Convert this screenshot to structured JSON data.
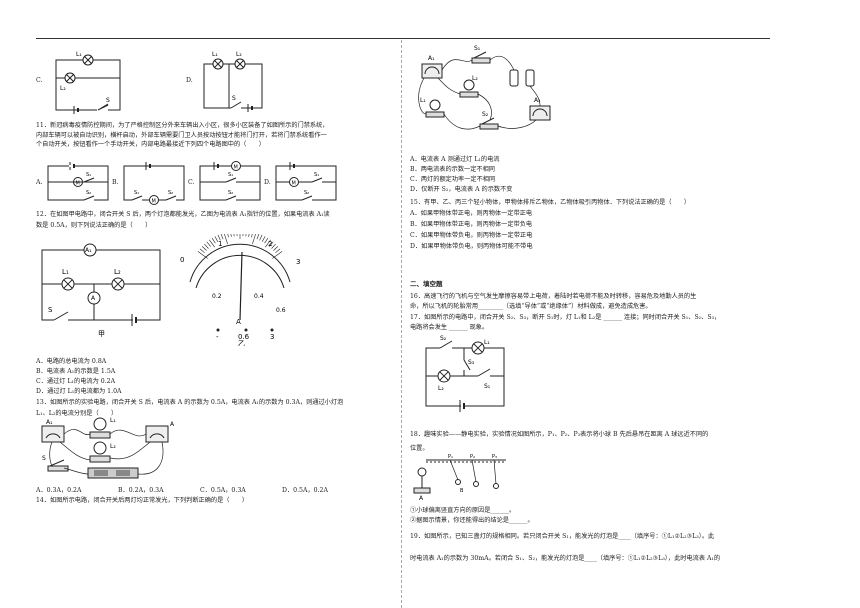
{
  "q_prev": {
    "opt_c": "C.",
    "opt_d": "D.",
    "c_l1": "L₁",
    "c_l2": "L₂",
    "c_s": "S",
    "d_l1": "L₁",
    "d_l2": "L₂",
    "d_s": "S"
  },
  "q11": {
    "line1": "11．新冠病毒疫情防控期间，为了严格控制区分外来车辆出入小区，很多小区装备了如图所示的门禁系统，",
    "line2": "内部车辆可以被自动识别，横杆启动，外部车辆需要门卫人员按动按钮才能将门打开，若将门禁系统看作一",
    "line3": "个自动开关，按钮看作一个手动开关，内部电路最接近下列四个电路图中的（　　）",
    "opts": [
      "A.",
      "B.",
      "C.",
      "D."
    ],
    "s1": "S₁",
    "s2": "S₂",
    "m": "M"
  },
  "q12": {
    "line1": "12．在如图甲电路中，闭合开关 S 后，两个灯泡都能发光，乙图为电流表 A₁指针的位置，如果电流表 A₁读",
    "line2": "数是 0.5A，则下列说法正确的是（　　）",
    "labels": {
      "a1": "A₁",
      "l1": "L₁",
      "l2": "L₂",
      "s": "S",
      "a": "A",
      "jia": "甲",
      "yi": "乙"
    },
    "scale": {
      "t0": "0",
      "t1": "1",
      "t2": "2",
      "t3": "3",
      "b02": "0.2",
      "b04": "0.4",
      "b06": "0.6",
      "tm": "-",
      "t06": "0.6",
      "t3b": "3"
    },
    "options": [
      "A．电路的总电流为 0.8A",
      "B．电流表 A₁的示数是 1.5A",
      "C．通过灯 L₁的电流为 0.2A",
      "D．通过灯 L₁的电流都为 1.0A"
    ]
  },
  "q13": {
    "line1": "13．如图所示的实验电路，闭合开关 S 后，电流表 A 的示数为 0.5A，电流表 A₁的示数为 0.3A，则通过小灯泡",
    "line2": "L₁、L₂的电流分别是（　　）",
    "options": [
      "A．0.3A，0.2A",
      "B．0.2A，0.3A",
      "C．0.5A，0.3A",
      "D．0.5A，0.2A"
    ]
  },
  "q14": {
    "line1": "14．如图所示电路，闭合开关后两灯均正常发光，下列判断正确的是（　　）",
    "options": [
      "A．电流表 A 测通过灯 L₁的电流",
      "B．两电流表的示数一定不相同",
      "C．两灯的额定功率一定不相同",
      "D．仅断开 S₂，电流表 A 的示数不变"
    ]
  },
  "q15": {
    "line1": "15．有甲、乙、丙三个轻小物体，甲物体排斥乙物体，乙物体吸引丙物体．下列说法正确的是（　　）",
    "options": [
      "A．如果甲物体带正电，则丙物体一定带正电",
      "B．如果甲物体带正电，则丙物体一定带负电",
      "C．如果甲物体带负电，则丙物体一定带正电",
      "D．如果甲物体带负电，则丙物体可能不带电"
    ]
  },
  "section2": "二、填空题",
  "q16": {
    "line1": "16．高速飞行的飞机与空气发生摩擦容易带上电荷，着陆时若电荷不能及时转移，容易危及地勤人员的生",
    "line2": "命，所以飞机的轮胎常用________（选填“导体”或“绝缘体”）材料做成，避免造成危害。"
  },
  "q17": {
    "line1": "17．如图所示的电路中，闭合开关 S₂、S₃，断开 S₁时，灯 L₁和 L₂是 ______ 连接；同时闭合开关 S₁、S₂、S₃，",
    "line2": "电路将会发生 ______ 现象。",
    "labels": {
      "s2": "S₂",
      "l1": "L₁",
      "s3": "S₃",
      "l2": "L₂",
      "s1": "S₁"
    }
  },
  "q18": {
    "line1": "18．趣味实验——静电实验，实验情况如图所示，P₁、P₂、P₃表示将小球 B 先后悬吊在距离 A 球远近不同的",
    "line2": "位置。",
    "labels": {
      "p1": "P₁",
      "p2": "P₂",
      "p3": "P₃",
      "a": "A",
      "b": "B"
    },
    "sub1": "①小球偏离竖直方向的原因是______。",
    "sub2": "②据图示情景，你还能得出的结论是______。"
  },
  "q19": {
    "line1": "19．如图所示，已知三盏灯的规格相同。若只闭合开关 S₁，能发光的灯泡是____（填序号：①L₁②L₂③L₃）。此",
    "line2": "时电流表 A₁的示数为 30mA。若闭合 S₁、S₂，能发光的灯泡是____（填序号：①L₁②L₂③L₃），此时电流表 A₁的"
  },
  "q14fig": {
    "a1": "A₁",
    "s1": "S₁",
    "l2": "L₂",
    "l1": "L₁",
    "s2": "S₂",
    "a2": "A₂"
  },
  "q13fig": {
    "a1": "A₁",
    "l1": "L₁",
    "l2": "L₂",
    "a": "A",
    "s": "S"
  }
}
